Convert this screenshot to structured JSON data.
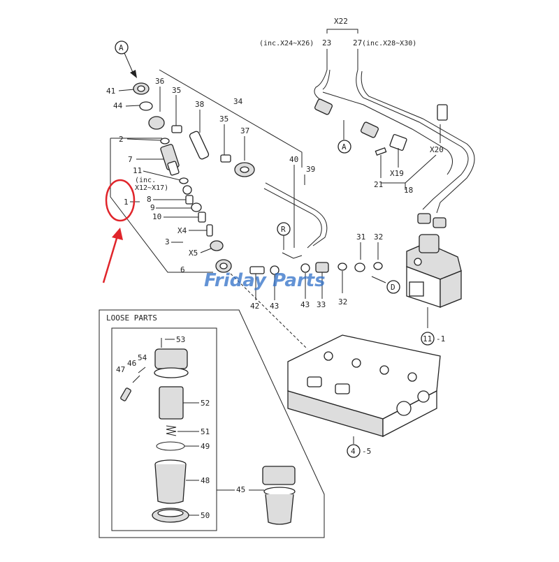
{
  "callouts": {
    "x22": "X22",
    "inc_x24_x26": "(inc.X24~X26)",
    "n23": "23",
    "n27": "27",
    "inc_x28_x30": "(inc.X28~X30)",
    "ref_a": "A",
    "ref_a2": "A",
    "ref_r": "R",
    "ref_d": "D",
    "n41": "41",
    "n44": "44",
    "n36": "36",
    "n35a": "35",
    "n38": "38",
    "n34": "34",
    "n35b": "35",
    "n37": "37",
    "n40": "40",
    "n39": "39",
    "n2": "2",
    "n7": "7",
    "n11": "11",
    "inc_x12_x17a": "(inc.",
    "inc_x12_x17b": "X12~X17)",
    "n1": "1",
    "n8": "8",
    "n9": "9",
    "n10": "10",
    "x4": "X4",
    "n3": "3",
    "x5": "X5",
    "n6": "6",
    "n21": "21",
    "x19": "X19",
    "n18": "18",
    "x20": "X20",
    "n31": "31",
    "n32a": "32",
    "n42": "42",
    "n43a": "43",
    "n43b": "43",
    "n33": "33",
    "n32b": "32",
    "n11_1_circle": "11",
    "n11_1_suffix": "-1",
    "n4_5_circle": "4",
    "n4_5_suffix": "-5"
  },
  "loose_parts": {
    "title": "LOOSE PARTS",
    "n53": "53",
    "n54": "54",
    "n46": "46",
    "n47": "47",
    "n52": "52",
    "n51": "51",
    "n49": "49",
    "n48": "48",
    "n45": "45",
    "n50": "50"
  },
  "watermark": "Friday Parts",
  "colors": {
    "highlight": "#e0252b",
    "watermark": "#2f6fc7",
    "line": "#222222"
  }
}
